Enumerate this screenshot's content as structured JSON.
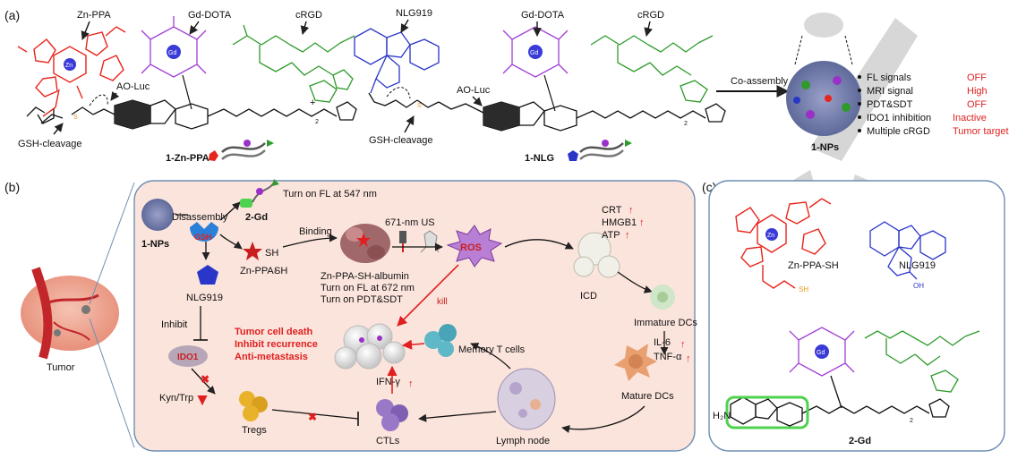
{
  "panels": {
    "a": "(a)",
    "b": "(b)",
    "c": "(c)"
  },
  "colors": {
    "zn_ppa": "#e8251c",
    "gd_dota": "#a23fd6",
    "crgd": "#2e9a2a",
    "nlg": "#2a36c8",
    "linker": "#111111",
    "sulfur": "#e89a1a",
    "status_red": "#e02020",
    "panel_b_bg": "#fbe4dc",
    "panel_border": "#6f8fb3",
    "watermark": "#d0d0d0"
  },
  "panel_a": {
    "zn_ppa": "Zn-PPA",
    "gd_dota_1": "Gd-DOTA",
    "crgd_1": "cRGD",
    "ao_luc_1": "AO-Luc",
    "gsh_1": "GSH-cleavage",
    "compound_1": "1-Zn-PPA",
    "plus": "+",
    "nlg919": "NLG919",
    "gd_dota_2": "Gd-DOTA",
    "crgd_2": "cRGD",
    "ao_luc_2": "AO-Luc",
    "gsh_2": "GSH-cleavage",
    "compound_2": "1-NLG",
    "arrow": "Co-assembly",
    "nps": "1-NPs",
    "sub_2_1": "2",
    "sub_2_2": "2",
    "atom_zn": "Zn",
    "atom_gd": "Gd",
    "atom_s": "S",
    "properties": [
      {
        "name": "FL signals",
        "status": "OFF"
      },
      {
        "name": "MRI signal",
        "status": "High"
      },
      {
        "name": "PDT&SDT",
        "status": "OFF"
      },
      {
        "name": "IDO1 inhibition",
        "status": "Inactive"
      },
      {
        "name": "Multiple cRGD",
        "status": "Tumor targeted"
      }
    ]
  },
  "panel_b": {
    "tumor": "Tumor",
    "nps": "1-NPs",
    "disassembly": "Disassembly",
    "gsh": "GSH",
    "gd2": "2-Gd",
    "fl547": "Turn on FL at 547 nm",
    "binding": "Binding",
    "zn_ppa_sh": "Zn-PPA-",
    "sh": "SH",
    "albumin": [
      "Zn-PPA-SH-albumin",
      "Turn on FL at 672 nm",
      "Turn on PDT&SDT"
    ],
    "us": "671-nm  US",
    "ros": "ROS",
    "kill": "kill",
    "icd": "ICD",
    "dampshead": [
      "CRT",
      "HMGB1",
      "ATP"
    ],
    "immature": "Immature DCs",
    "il6": "IL-6",
    "tnf": "TNF-α",
    "mature": "Mature DCs",
    "lymph": "Lymph node",
    "memory": "Memory T cells",
    "ifn": "IFN-γ",
    "ctls": "CTLs",
    "tregs": "Tregs",
    "nlg919": "NLG919",
    "inhibit": "Inhibit",
    "ido1": "IDO1",
    "kyn": "Kyn/Trp",
    "outcomes": [
      "Tumor cell death",
      "Inhibit recurrence",
      "Anti-metastasis"
    ]
  },
  "panel_c": {
    "zn_ppa_sh": "Zn-PPA-SH",
    "nlg919": "NLG919",
    "gd2": "2-Gd",
    "h2n": "H₂N",
    "sh": "SH",
    "oh": "OH",
    "sub_2": "2",
    "atom_zn": "Zn",
    "atom_gd": "Gd"
  }
}
